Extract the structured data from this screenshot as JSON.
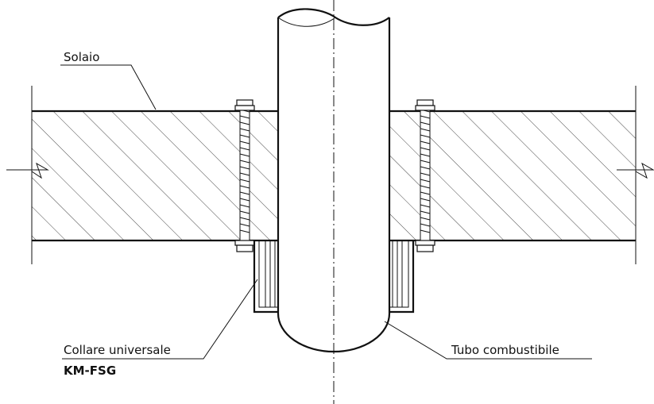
{
  "labels": {
    "slab": "Solaio",
    "collar": "Collare universale",
    "collar_code": "KM-FSG",
    "pipe": "Tubo combustibile"
  },
  "colors": {
    "line": "#111111",
    "hatch": "#333333",
    "background": "#ffffff"
  }
}
